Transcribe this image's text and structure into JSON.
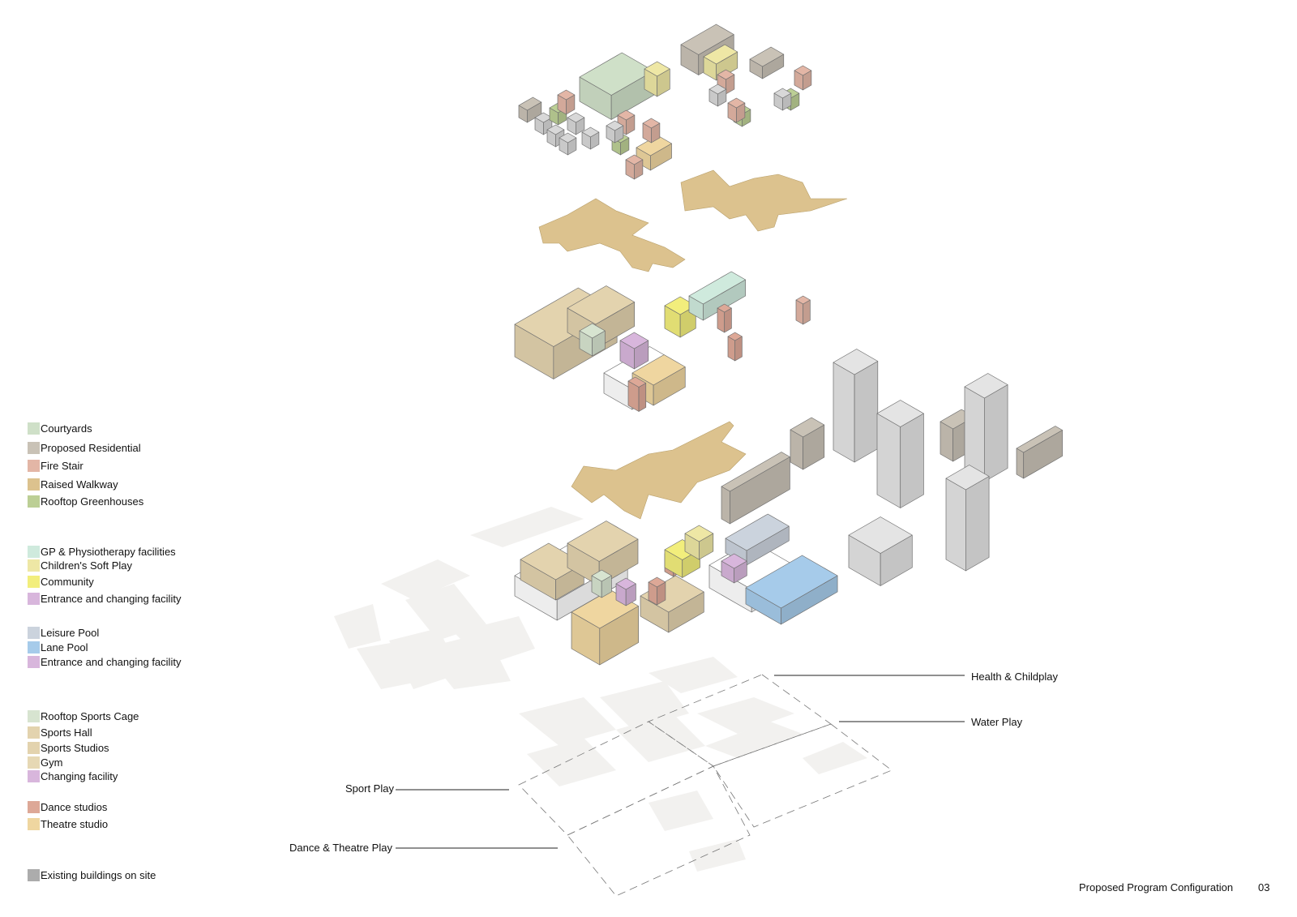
{
  "legend": {
    "groups": [
      {
        "items": [
          {
            "label": "Courtyards",
            "color": "#cfe0c8"
          },
          {
            "label": "Proposed Residential",
            "color": "#c9c2b6"
          },
          {
            "label": "Fire Stair",
            "color": "#e3b6a6"
          },
          {
            "label": "Raised Walkway",
            "color": "#dcc28e"
          },
          {
            "label": "Rooftop Greenhouses",
            "color": "#bccf95"
          }
        ]
      },
      {
        "items": [
          {
            "label": "GP & Physiotherapy facilities",
            "color": "#cfeadd"
          },
          {
            "label": "Children's Soft Play",
            "color": "#eee7a5"
          },
          {
            "label": "Community",
            "color": "#f2ee7c"
          },
          {
            "label": "Entrance and changing facility",
            "color": "#d8b6dc"
          }
        ]
      },
      {
        "items": [
          {
            "label": "Leisure Pool",
            "color": "#cbd3dd"
          },
          {
            "label": "Lane Pool",
            "color": "#a6cbea"
          },
          {
            "label": "Entrance and changing facility",
            "color": "#d8b6dc"
          }
        ]
      },
      {
        "items": [
          {
            "label": "Rooftop Sports Cage",
            "color": "#d7e4d0"
          },
          {
            "label": "Sports Hall",
            "color": "#e3d3ae"
          },
          {
            "label": "Sports Studios",
            "color": "#e3d3ae"
          },
          {
            "label": "Gym",
            "color": "#e6d8b4"
          },
          {
            "label": "Changing facility",
            "color": "#d8b6dc"
          }
        ]
      },
      {
        "items": [
          {
            "label": "Dance studios",
            "color": "#dda897"
          },
          {
            "label": "Theatre studio",
            "color": "#efd6a0"
          }
        ]
      },
      {
        "items": [
          {
            "label": "Existing buildings on site",
            "color": "#acacac"
          }
        ]
      }
    ]
  },
  "callouts": {
    "health": "Health & Childplay",
    "water": "Water Play",
    "sport": "Sport Play",
    "dance": "Dance & Theatre Play"
  },
  "footer": {
    "title": "Proposed Program Configuration",
    "page": "03"
  }
}
